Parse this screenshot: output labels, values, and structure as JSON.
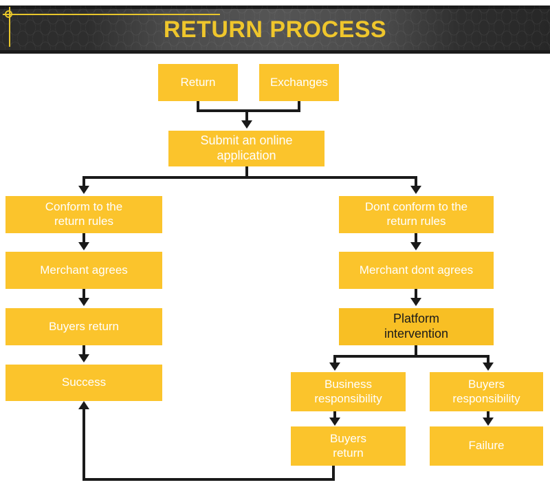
{
  "header": {
    "title": "RETURN PROCESS",
    "title_color": "#efc62c",
    "banner_color": "#4a4a4a",
    "accent_color": "#e8c62b"
  },
  "theme": {
    "node_fill": "#fbc42c",
    "node_text": "#ffffff",
    "node_text_alt": "#1a1a1a",
    "connector_color": "#1a1a1a",
    "page_background": "#ffffff"
  },
  "flow": {
    "nodes": [
      {
        "id": "return",
        "label": "Return"
      },
      {
        "id": "exchanges",
        "label": "Exchanges"
      },
      {
        "id": "submit",
        "label": "Submit an online\napplication"
      },
      {
        "id": "conform",
        "label": "Conform to the\nreturn rules"
      },
      {
        "id": "dont-conform",
        "label": "Dont conform to the\nreturn rules"
      },
      {
        "id": "merchant-agrees",
        "label": "Merchant agrees"
      },
      {
        "id": "merchant-dont",
        "label": "Merchant dont agrees"
      },
      {
        "id": "buyers-return-left",
        "label": "Buyers return"
      },
      {
        "id": "platform",
        "label": "Platform\nintervention"
      },
      {
        "id": "success",
        "label": "Success"
      },
      {
        "id": "business-resp",
        "label": "Business\nresponsibility"
      },
      {
        "id": "buyers-resp",
        "label": "Buyers\nresponsibility"
      },
      {
        "id": "buyers-return-right",
        "label": "Buyers\nreturn"
      },
      {
        "id": "failure",
        "label": "Failure"
      }
    ],
    "edges": [
      {
        "from": "return",
        "to": "submit"
      },
      {
        "from": "exchanges",
        "to": "submit"
      },
      {
        "from": "submit",
        "to": "conform"
      },
      {
        "from": "submit",
        "to": "dont-conform"
      },
      {
        "from": "conform",
        "to": "merchant-agrees"
      },
      {
        "from": "merchant-agrees",
        "to": "buyers-return-left"
      },
      {
        "from": "buyers-return-left",
        "to": "success"
      },
      {
        "from": "dont-conform",
        "to": "merchant-dont"
      },
      {
        "from": "merchant-dont",
        "to": "platform"
      },
      {
        "from": "platform",
        "to": "business-resp"
      },
      {
        "from": "platform",
        "to": "buyers-resp"
      },
      {
        "from": "business-resp",
        "to": "buyers-return-right"
      },
      {
        "from": "buyers-resp",
        "to": "failure"
      },
      {
        "from": "buyers-return-right",
        "to": "success"
      }
    ]
  }
}
